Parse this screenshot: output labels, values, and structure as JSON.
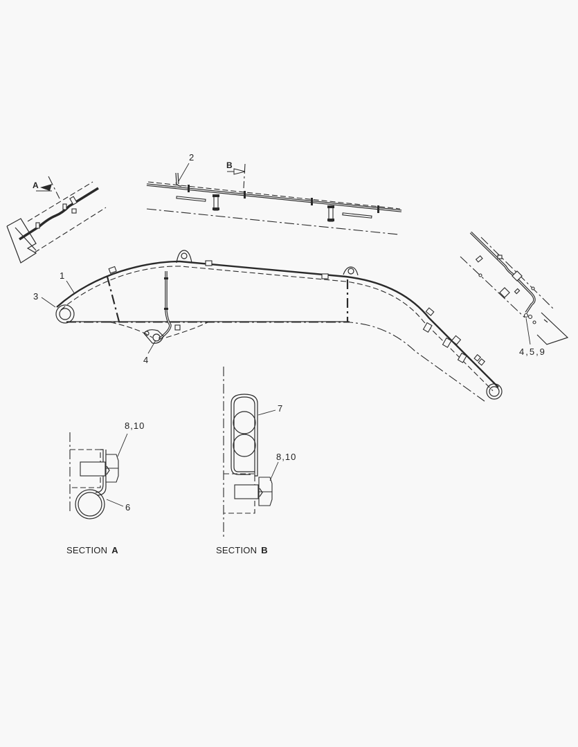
{
  "diagram": {
    "type": "exploded parts diagram",
    "subject": "Boom hose / pipe routing with clamps",
    "background_color": "#f8f8f8",
    "line_color": "#2a2a2a",
    "callouts": [
      {
        "id": "c1",
        "text": "1"
      },
      {
        "id": "c2",
        "text": "2"
      },
      {
        "id": "c3",
        "text": "3"
      },
      {
        "id": "c4",
        "text": "4"
      },
      {
        "id": "c459",
        "text": "4,5,9"
      },
      {
        "id": "c7",
        "text": "7"
      },
      {
        "id": "c810a",
        "text": "8,10"
      },
      {
        "id": "c810b",
        "text": "8,10"
      },
      {
        "id": "c6",
        "text": "6"
      }
    ],
    "view_markers": {
      "a": "A",
      "b": "B"
    },
    "sections": {
      "a": {
        "prefix": "SECTION",
        "letter": "A"
      },
      "b": {
        "prefix": "SECTION",
        "letter": "B"
      }
    }
  }
}
